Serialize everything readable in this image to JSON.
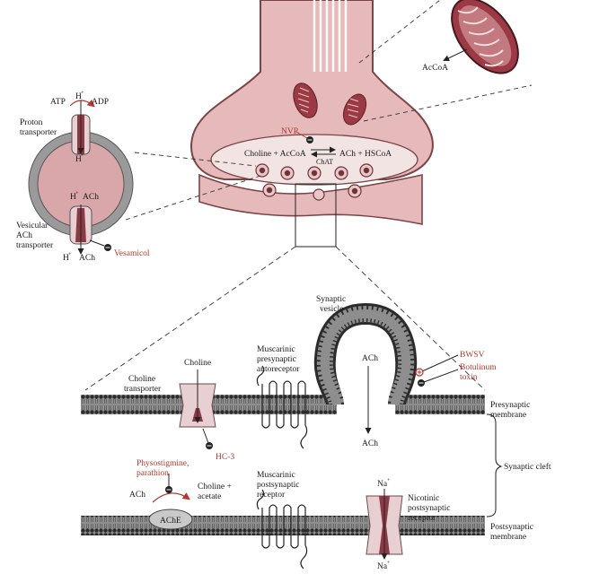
{
  "labels": {
    "acco_a_mito": "AcCoA",
    "nvp": "NVP",
    "reaction_left": "Choline + AcCoA",
    "reaction_right": "ACh + HSCoA",
    "chat": "ChAT",
    "atp": "ATP",
    "h_plus_top": "H",
    "adp": "ADP",
    "proton_transporter_1": "Proton",
    "proton_transporter_2": "transporter",
    "h_plus_inside": "H",
    "h_plus_vat": "H",
    "ach_vat_top": "ACh",
    "vat_1": "Vesicular",
    "vat_2": "ACh",
    "vat_3": "transporter",
    "h_plus_bottom": "H",
    "ach_vat_bottom": "ACh",
    "vesamicol": "Vesamicol",
    "synaptic_vesicle_1": "Synaptic",
    "synaptic_vesicle_2": "vesicle",
    "choline_top": "Choline",
    "choline_transporter_1": "Choline",
    "choline_transporter_2": "transporter",
    "musc_pre_1": "Muscarinic",
    "musc_pre_2": "presynaptic",
    "musc_pre_3": "autoreceptor",
    "ach_vesicle": "ACh",
    "ach_cleft": "ACh",
    "bwsv": "BWSV",
    "botulinum_1": "Botulinum",
    "botulinum_2": "toxin",
    "presynaptic_1": "Presynaptic",
    "presynaptic_2": "membrane",
    "hc3": "HC-3",
    "synaptic_cleft": "Synaptic cleft",
    "physo_1": "Physostigmine,",
    "physo_2": "parathion",
    "ach_ache": "ACh",
    "choline_acetate_1": "Choline +",
    "choline_acetate_2": "acetate",
    "ache": "AChE",
    "musc_post_1": "Muscarinic",
    "musc_post_2": "postsynaptic",
    "musc_post_3": "receptor",
    "na_top": "Na",
    "nicotinic_1": "Nicotinic",
    "nicotinic_2": "postsynaptic",
    "nicotinic_3": "receptor",
    "postsynaptic_1": "Postsynaptic",
    "postsynaptic_2": "membrane",
    "na_bottom": "Na"
  },
  "colors": {
    "terminal_fill": "#e6b9bb",
    "terminal_outline": "#7b4447",
    "membrane_band": "#8a8a8a",
    "membrane_head": "#3a3a3a",
    "inhibitor_red": "#b03a2e",
    "transporter_fill": "#e8cfd2",
    "transporter_core": "#8a3a44",
    "mito_fill": "#9b3a44"
  }
}
